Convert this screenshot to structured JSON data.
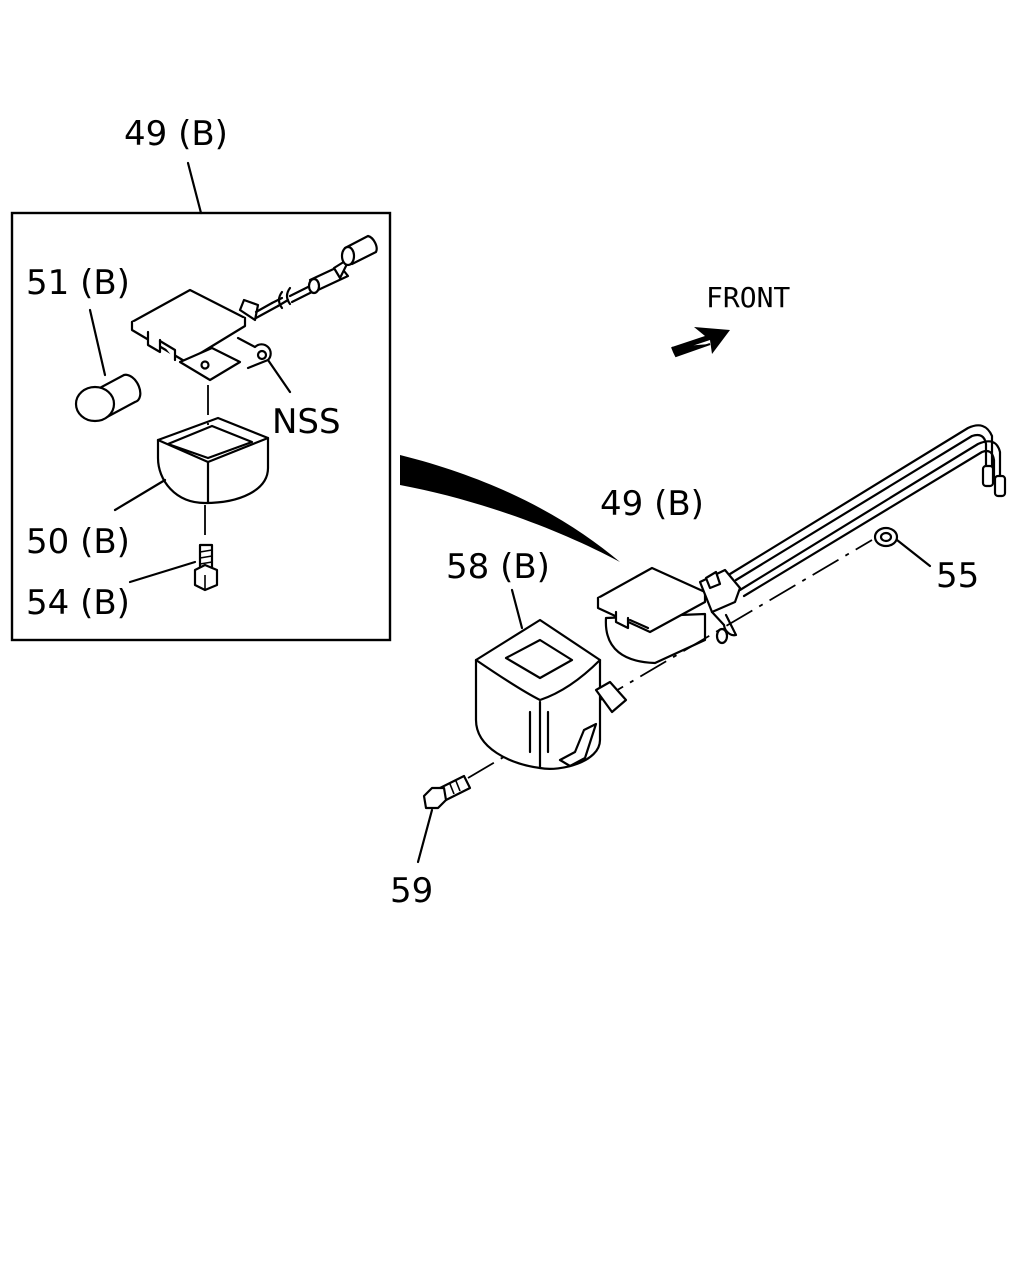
{
  "diagram": {
    "front_label": "FRONT",
    "callouts": {
      "c49b_top": "49 (B)",
      "c51b": "51 (B)",
      "nss": "NSS",
      "c50b": "50 (B)",
      "c54b": "54 (B)",
      "c49b_main": "49 (B)",
      "c58b": "58 (B)",
      "c55": "55",
      "c59": "59"
    }
  }
}
